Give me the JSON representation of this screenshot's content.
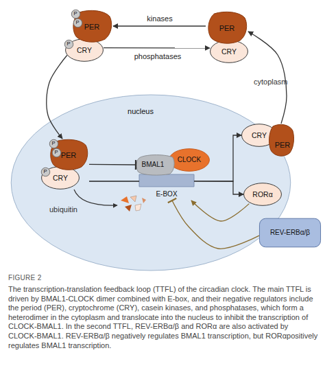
{
  "diagram": {
    "title": "FIGURE 2",
    "caption": "The transcription-translation feedback loop (TTFL) of the circadian clock. The main TTFL is driven by BMAL1-CLOCK dimer combined with E-box, and their negative regulators include the period (PER), cryptochrome (CRY), casein kinases, and phosphatases, which form a heterodimer in the cytoplasm and translocate into the nucleus to inhibit the transcription of CLOCK-BMAL1. In the second TTFL, REV-ERBα/β and RORα are also activated by CLOCK-BMAL1. REV-ERBα/β negatively regulates BMAL1 transcription, but RORαpositively regulates BMAL1 transcription.",
    "nodes": [
      {
        "text": [
          "PER"
        ]
      },
      {
        "text": [
          "P"
        ]
      },
      {
        "text": [
          "P"
        ]
      },
      {
        "text": [
          "CRY"
        ]
      },
      {
        "text": [
          "P"
        ]
      },
      {
        "text": [
          "PER"
        ]
      },
      {
        "text": [
          "CRY"
        ]
      },
      {
        "text": [
          "nucleus"
        ]
      },
      {
        "text": [
          "PER"
        ],
        "in": 7
      },
      {
        "text": [
          "P"
        ],
        "in": 7
      },
      {
        "text": [
          "P"
        ],
        "in": 7
      },
      {
        "text": [
          "CRY"
        ],
        "in": 7
      },
      {
        "text": [
          "P"
        ],
        "in": 7
      },
      {
        "text": [
          "BMAL1"
        ],
        "in": 7
      },
      {
        "text": [
          "CLOCK"
        ],
        "in": 7
      },
      {
        "text": [
          "E-BOX"
        ],
        "in": 7
      },
      {
        "text": [
          "CRY"
        ]
      },
      {
        "text": [
          "PER"
        ]
      },
      {
        "text": [
          "RORα"
        ]
      },
      {
        "text": [
          "REV-ERBα/β"
        ]
      }
    ],
    "edges": [
      {
        "from": 5,
        "to": 0,
        "arrow": "to",
        "label": "kinases"
      },
      {
        "from": 3,
        "to": 6,
        "arrow": "to",
        "label": "phosphatases"
      },
      {
        "from": 3,
        "to": 8,
        "arrow": "to"
      },
      {
        "from": 8,
        "to": 13,
        "arrow": "to"
      },
      {
        "from": 15,
        "to": 16,
        "arrow": "to"
      },
      {
        "from": 15,
        "to": 18,
        "arrow": "to"
      },
      {
        "from": 17,
        "to": 5,
        "arrow": "to"
      },
      {
        "from": 18,
        "to": 15,
        "arrow": "to"
      },
      {
        "from": 19,
        "to": 15,
        "arrow": "to"
      }
    ],
    "labels": [
      "cytoplasm",
      "ubiquitin"
    ]
  }
}
